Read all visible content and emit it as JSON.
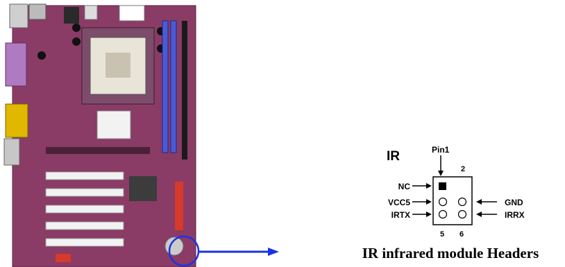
{
  "diagram": {
    "header_name": "IR",
    "pin1_label": "Pin1",
    "pin_number_top_right": "2",
    "pin_number_bottom_left": "5",
    "pin_number_bottom_right": "6",
    "left_signals": [
      "NC",
      "VCC5",
      "IRTX"
    ],
    "right_signals": [
      "GND",
      "IRRX"
    ],
    "caption": "IR infrared module Headers"
  },
  "colors": {
    "board": "#8a3b66",
    "callout": "#1a33e6",
    "slot_white": "#f2f2f2",
    "dimm_blue": "#4b5bd6"
  }
}
